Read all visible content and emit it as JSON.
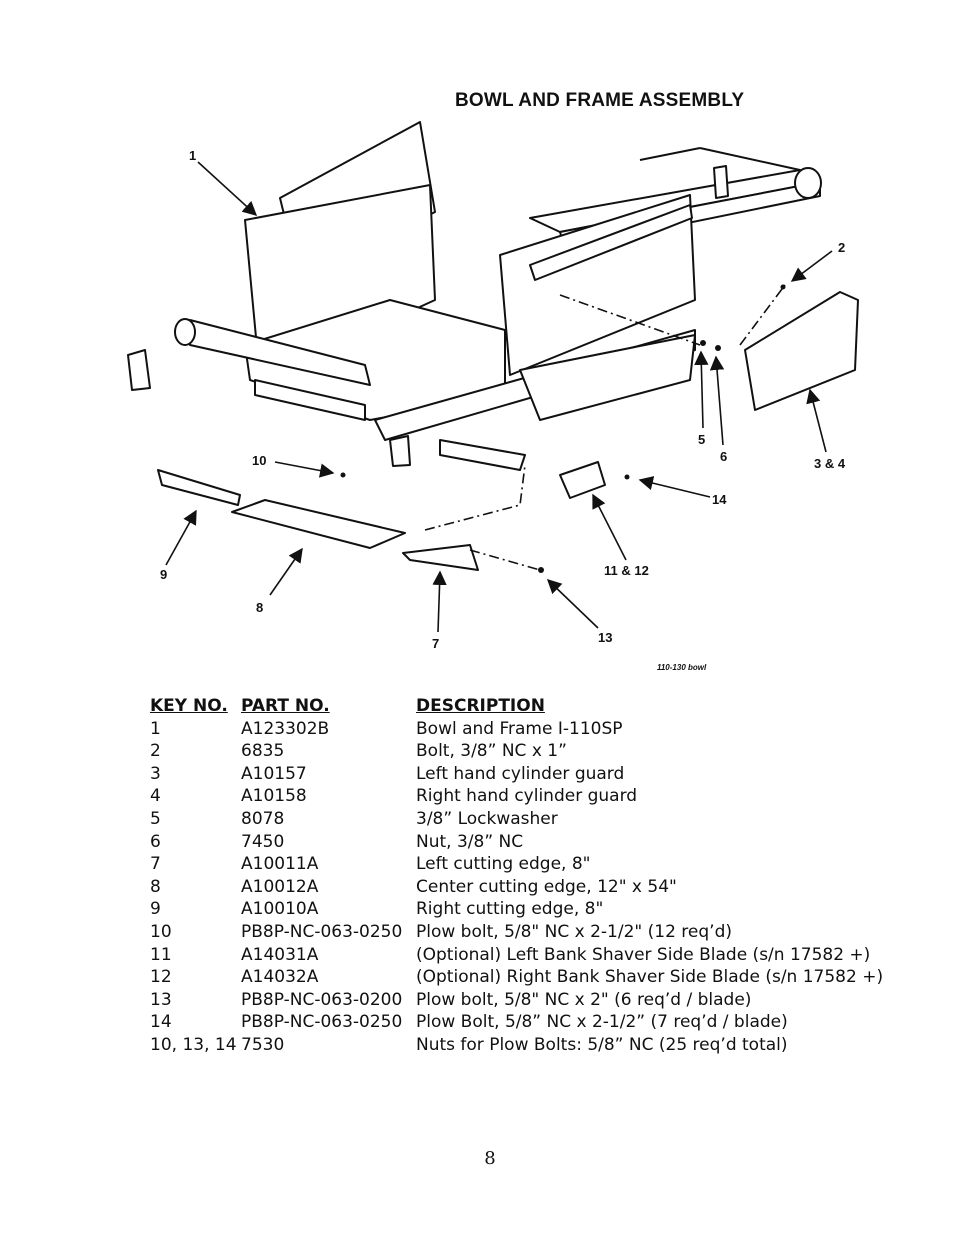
{
  "title": "BOWL AND FRAME ASSEMBLY",
  "figure": {
    "id": "110-130 bowl",
    "callouts": [
      "1",
      "2",
      "3 & 4",
      "5",
      "6",
      "7",
      "8",
      "9",
      "10",
      "11 & 12",
      "13",
      "14"
    ]
  },
  "table": {
    "headers": [
      "KEY NO.",
      "PART NO.",
      "DESCRIPTION"
    ],
    "rows": [
      [
        "1",
        "A123302B",
        "Bowl and Frame I-110SP"
      ],
      [
        "2",
        "6835",
        "Bolt, 3/8” NC  x 1”"
      ],
      [
        "3",
        "A10157",
        "Left hand cylinder guard"
      ],
      [
        "4",
        "A10158",
        "Right hand cylinder guard"
      ],
      [
        "5",
        "8078",
        "3/8” Lockwasher"
      ],
      [
        "6",
        "7450",
        "Nut, 3/8” NC"
      ],
      [
        "7",
        "A10011A",
        "Left cutting edge, 8\""
      ],
      [
        "8",
        "A10012A",
        "Center cutting edge, 12\" x 54\""
      ],
      [
        "9",
        "A10010A",
        "Right cutting edge, 8\""
      ],
      [
        "10",
        "PB8P-NC-063-0250",
        "Plow bolt, 5/8\" NC x 2-1/2\" (12 req’d)"
      ],
      [
        "11",
        "A14031A",
        "(Optional) Left Bank Shaver Side Blade (s/n 17582 +)"
      ],
      [
        "12",
        "A14032A",
        "(Optional) Right Bank Shaver Side Blade (s/n 17582 +)"
      ],
      [
        "13",
        "PB8P-NC-063-0200",
        "Plow bolt, 5/8\" NC x 2\" (6 req’d / blade)"
      ],
      [
        "14",
        "PB8P-NC-063-0250",
        "Plow Bolt, 5/8” NC x 2-1/2” (7 req’d / blade)"
      ],
      [
        "10, 13, 14",
        "7530",
        "Nuts for Plow Bolts: 5/8” NC (25 req’d total)"
      ]
    ]
  },
  "page_number": "8"
}
